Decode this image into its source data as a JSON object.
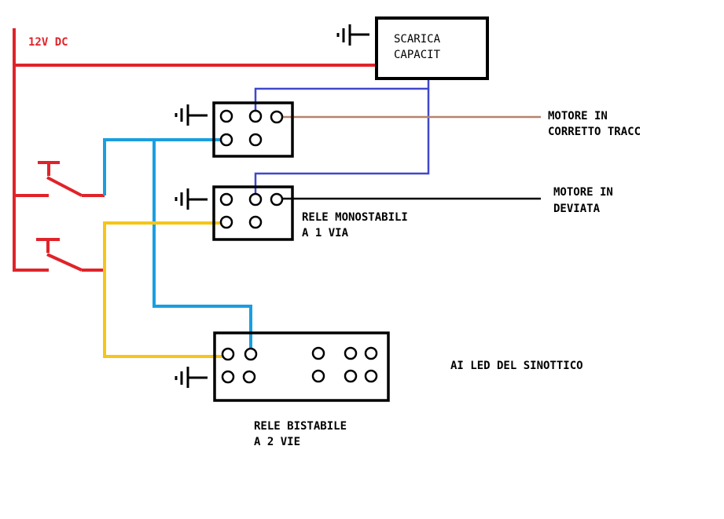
{
  "labels": {
    "supply": "12V DC",
    "capacitor_line1": "SCARICA",
    "capacitor_line2": "CAPACIT",
    "motor_correct_line1": "MOTORE IN",
    "motor_correct_line2": "CORRETTO TRACC",
    "motor_deviated_line1": "MOTORE IN",
    "motor_deviated_line2": "DEVIATA",
    "mono_relay_line1": "RELE MONOSTABILI",
    "mono_relay_line2": "A 1 VIA",
    "bistable_relay_line1": "RELE BISTABILE",
    "bistable_relay_line2": "A 2 VIE",
    "led_output": "AI LED DEL SINOTTICO"
  },
  "colors": {
    "supply_wire": "#e0232a",
    "capacitor_wire": "#3f48cc",
    "blue_wire": "#1a9ee0",
    "yellow_wire": "#f5c518",
    "brown_wire": "#b5836a",
    "black_wire": "#000000"
  }
}
